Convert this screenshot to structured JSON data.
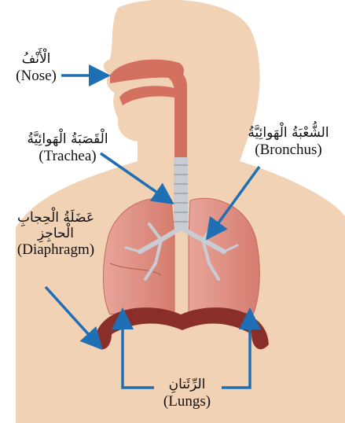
{
  "labels": {
    "nose": {
      "ar": "الْأَنْفُ",
      "en": "(Nose)"
    },
    "trachea": {
      "ar": "الْقَصَبَةُ الْهَوائِيَّةُ",
      "en": "(Trachea)"
    },
    "bronchus": {
      "ar": "الشُّعْبَةُ الْهَوائِيَّةُ",
      "en": "(Bronchus)"
    },
    "diaphragm": {
      "ar1": "عَضَلَةُ الْحِجابِ",
      "ar2": "الْحاجِزِ",
      "en": "(Diaphragm)"
    },
    "lungs": {
      "ar": "الرِّئَتانِ",
      "en": "(Lungs)"
    }
  },
  "colors": {
    "skin": "#f2d2b4",
    "airway": "#d4705f",
    "lung": "#dc8f82",
    "diaphragm": "#8a2e2a",
    "arrow": "#1f6fb5"
  }
}
